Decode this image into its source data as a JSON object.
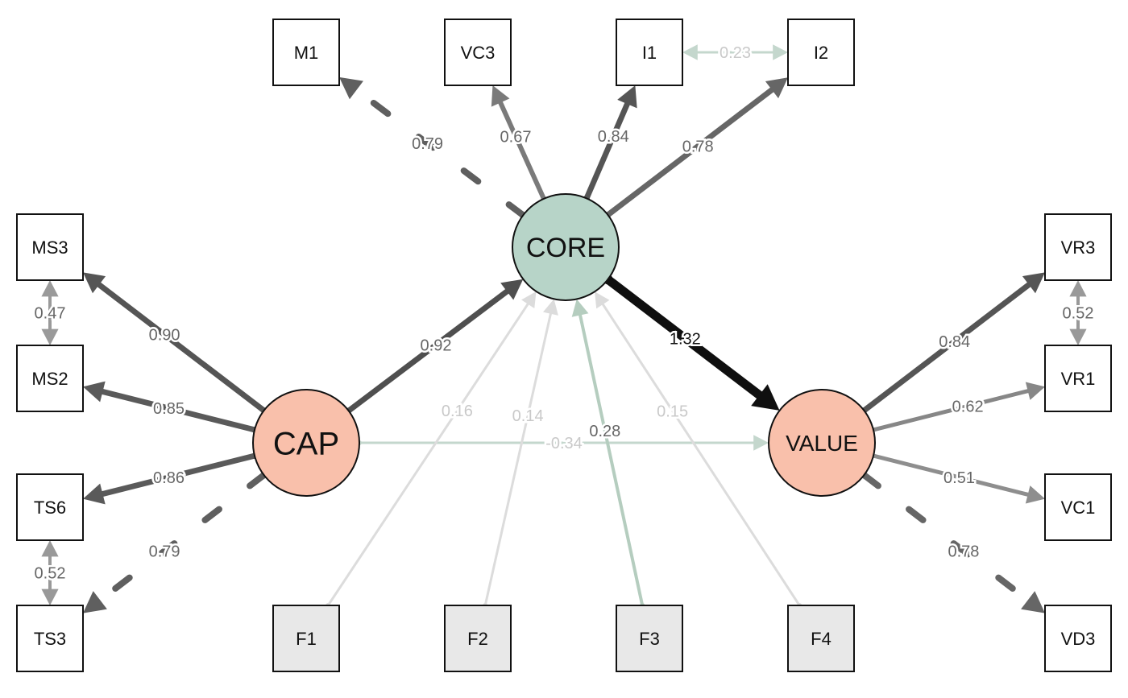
{
  "nodes": {
    "CORE": {
      "label": "CORE",
      "shape": "circle",
      "fill": "#b7d4c8"
    },
    "CAP": {
      "label": "CAP",
      "shape": "circle",
      "fill": "#f9c0ab"
    },
    "VALUE": {
      "label": "VALUE",
      "shape": "circle",
      "fill": "#f9c0ab"
    },
    "M1": {
      "label": "M1",
      "shape": "box",
      "fill": "#ffffff"
    },
    "VC3": {
      "label": "VC3",
      "shape": "box",
      "fill": "#ffffff"
    },
    "I1": {
      "label": "I1",
      "shape": "box",
      "fill": "#ffffff"
    },
    "I2": {
      "label": "I2",
      "shape": "box",
      "fill": "#ffffff"
    },
    "MS3": {
      "label": "MS3",
      "shape": "box",
      "fill": "#ffffff"
    },
    "MS2": {
      "label": "MS2",
      "shape": "box",
      "fill": "#ffffff"
    },
    "TS6": {
      "label": "TS6",
      "shape": "box",
      "fill": "#ffffff"
    },
    "TS3": {
      "label": "TS3",
      "shape": "box",
      "fill": "#ffffff"
    },
    "VR3": {
      "label": "VR3",
      "shape": "box",
      "fill": "#ffffff"
    },
    "VR1": {
      "label": "VR1",
      "shape": "box",
      "fill": "#ffffff"
    },
    "VC1": {
      "label": "VC1",
      "shape": "box",
      "fill": "#ffffff"
    },
    "VD3": {
      "label": "VD3",
      "shape": "box",
      "fill": "#ffffff"
    },
    "F1": {
      "label": "F1",
      "shape": "box",
      "fill": "#e8e8e8"
    },
    "F2": {
      "label": "F2",
      "shape": "box",
      "fill": "#e8e8e8"
    },
    "F3": {
      "label": "F3",
      "shape": "box",
      "fill": "#e8e8e8"
    },
    "F4": {
      "label": "F4",
      "shape": "box",
      "fill": "#e8e8e8"
    }
  },
  "edges": [
    {
      "id": "core-m1",
      "from": "CORE",
      "to": "M1",
      "label": "0.79",
      "color": "#5f5f5f",
      "width": 8,
      "dashed": true,
      "bidirectional": false
    },
    {
      "id": "core-vc3",
      "from": "CORE",
      "to": "VC3",
      "label": "0.67",
      "color": "#7a7a7a",
      "width": 6,
      "dashed": false,
      "bidirectional": false
    },
    {
      "id": "core-i1",
      "from": "CORE",
      "to": "I1",
      "label": "0.84",
      "color": "#555555",
      "width": 7,
      "dashed": false,
      "bidirectional": false
    },
    {
      "id": "core-i2",
      "from": "CORE",
      "to": "I2",
      "label": "0.78",
      "color": "#666666",
      "width": 7,
      "dashed": false,
      "bidirectional": false
    },
    {
      "id": "i1-i2",
      "from": "I1",
      "to": "I2",
      "label": "0.23",
      "color": "#c4d7cd",
      "width": 3,
      "dashed": false,
      "bidirectional": true
    },
    {
      "id": "cap-ms3",
      "from": "CAP",
      "to": "MS3",
      "label": "0.90",
      "color": "#555555",
      "width": 7,
      "dashed": false,
      "bidirectional": false
    },
    {
      "id": "cap-ms2",
      "from": "CAP",
      "to": "MS2",
      "label": "0.85",
      "color": "#5a5a5a",
      "width": 7,
      "dashed": false,
      "bidirectional": false
    },
    {
      "id": "cap-ts6",
      "from": "CAP",
      "to": "TS6",
      "label": "0.86",
      "color": "#5a5a5a",
      "width": 7,
      "dashed": false,
      "bidirectional": false
    },
    {
      "id": "cap-ts3",
      "from": "CAP",
      "to": "TS3",
      "label": "0.79",
      "color": "#5f5f5f",
      "width": 8,
      "dashed": true,
      "bidirectional": false
    },
    {
      "id": "ms3-ms2",
      "from": "MS3",
      "to": "MS2",
      "label": "0.47",
      "color": "#9a9a9a",
      "width": 4,
      "dashed": false,
      "bidirectional": true
    },
    {
      "id": "ts6-ts3",
      "from": "TS6",
      "to": "TS3",
      "label": "0.52",
      "color": "#999999",
      "width": 4,
      "dashed": false,
      "bidirectional": true
    },
    {
      "id": "cap-core",
      "from": "CAP",
      "to": "CORE",
      "label": "0.92",
      "color": "#4f4f4f",
      "width": 7,
      "dashed": false,
      "bidirectional": false
    },
    {
      "id": "core-value",
      "from": "CORE",
      "to": "VALUE",
      "label": "1.32",
      "color": "#0f0f0f",
      "width": 11,
      "dashed": false,
      "bidirectional": false
    },
    {
      "id": "cap-value",
      "from": "CAP",
      "to": "VALUE",
      "label": "-0.34",
      "color": "#c4d7cd",
      "width": 3,
      "dashed": false,
      "bidirectional": false
    },
    {
      "id": "value-vr3",
      "from": "VALUE",
      "to": "VR3",
      "label": "0.84",
      "color": "#555555",
      "width": 7,
      "dashed": false,
      "bidirectional": false
    },
    {
      "id": "value-vr1",
      "from": "VALUE",
      "to": "VR1",
      "label": "0.62",
      "color": "#878787",
      "width": 5,
      "dashed": false,
      "bidirectional": false
    },
    {
      "id": "value-vc1",
      "from": "VALUE",
      "to": "VC1",
      "label": "0.51",
      "color": "#8e8e8e",
      "width": 5,
      "dashed": false,
      "bidirectional": false
    },
    {
      "id": "value-vd3",
      "from": "VALUE",
      "to": "VD3",
      "label": "0.78",
      "color": "#666666",
      "width": 8,
      "dashed": true,
      "bidirectional": false
    },
    {
      "id": "vr3-vr1",
      "from": "VR3",
      "to": "VR1",
      "label": "0.52",
      "color": "#999999",
      "width": 4,
      "dashed": false,
      "bidirectional": true
    },
    {
      "id": "f1-core",
      "from": "F1",
      "to": "CORE",
      "label": "0.16",
      "color": "#dcdcdc",
      "width": 3,
      "dashed": false,
      "bidirectional": false
    },
    {
      "id": "f2-core",
      "from": "F2",
      "to": "CORE",
      "label": "0.14",
      "color": "#dcdcdc",
      "width": 3,
      "dashed": false,
      "bidirectional": false
    },
    {
      "id": "f3-core",
      "from": "F3",
      "to": "CORE",
      "label": "0.28",
      "color": "#b5cdbf",
      "width": 4,
      "dashed": false,
      "bidirectional": false
    },
    {
      "id": "f4-core",
      "from": "F4",
      "to": "CORE",
      "label": "0.15",
      "color": "#dcdcdc",
      "width": 3,
      "dashed": false,
      "bidirectional": false
    }
  ]
}
